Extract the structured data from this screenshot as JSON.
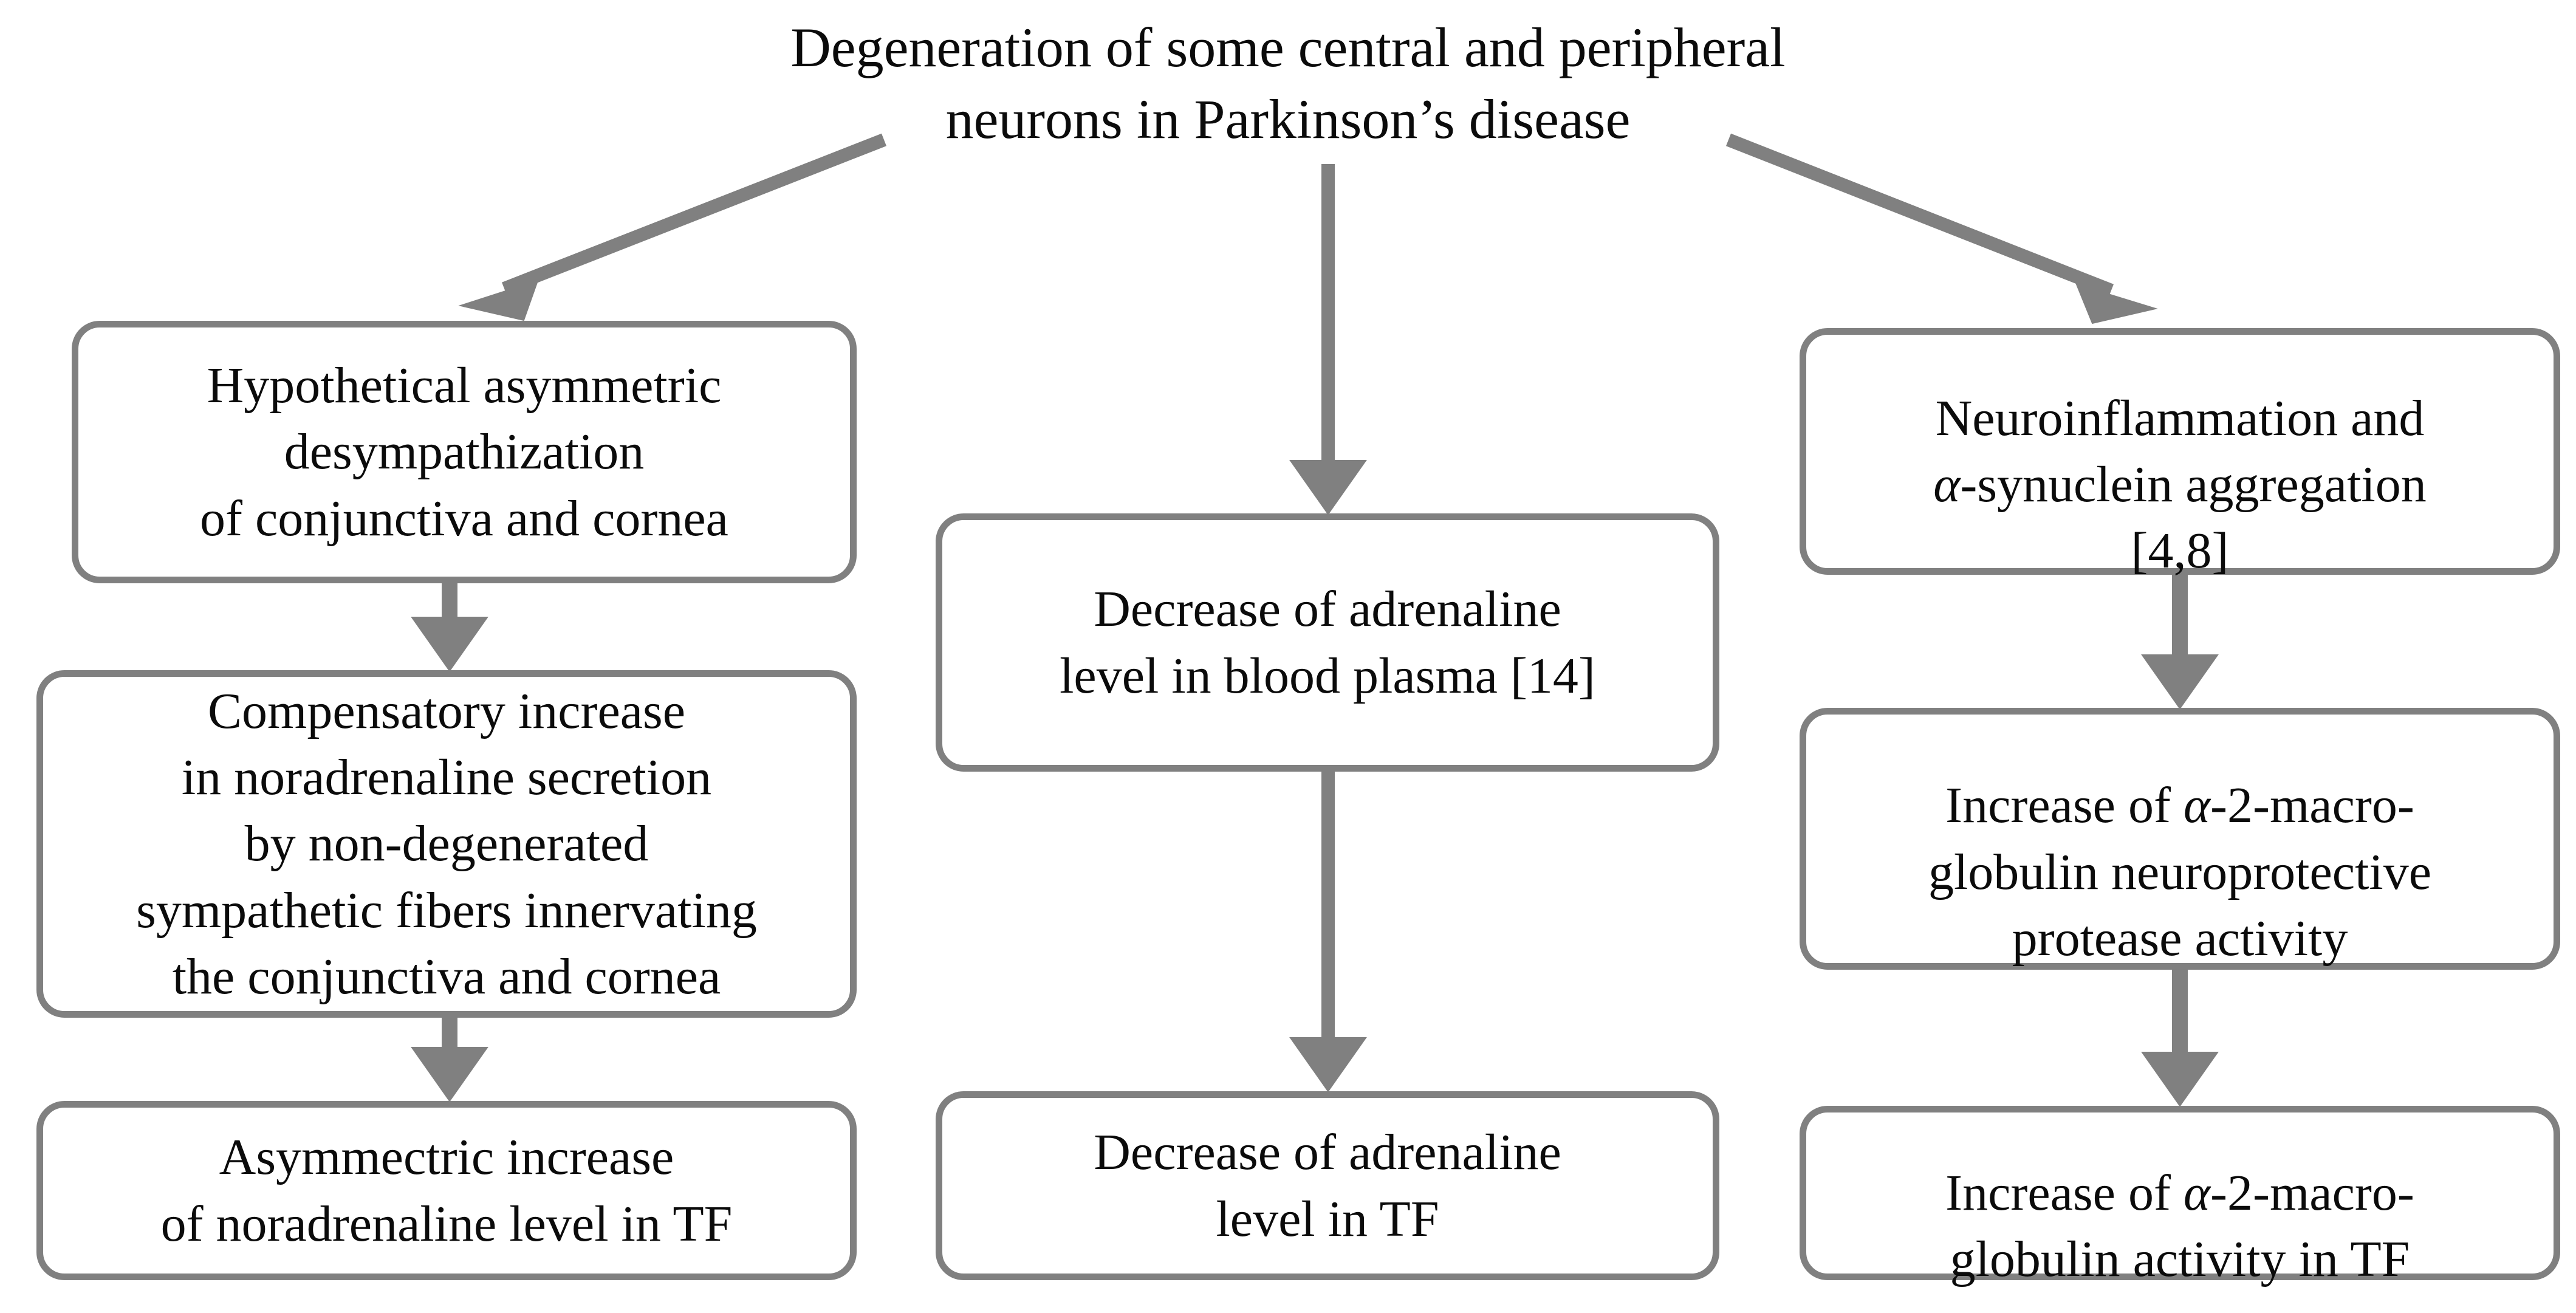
{
  "diagram": {
    "title": "Degeneration of some central and peripheral\nneurons in Parkinson’s disease",
    "accent_color": "#808080",
    "text_color": "#0b0b0b",
    "background_color": "#ffffff",
    "columns": [
      {
        "id": "left",
        "nodes": [
          {
            "id": "left-1",
            "text": "Hypothetical asymmetric\ndesympathization\nof conjunctiva and cornea"
          },
          {
            "id": "left-2",
            "text": "Compensatory increase\nin noradrenaline secretion\nby non-degenerated\nsympathetic fibers innervating\nthe conjunctiva and cornea"
          },
          {
            "id": "left-3",
            "text": "Asymmectric increase\nof noradrenaline level in TF"
          }
        ]
      },
      {
        "id": "middle",
        "nodes": [
          {
            "id": "middle-1",
            "text": "Decrease of adrenaline\nlevel in blood plasma [14]"
          },
          {
            "id": "middle-2",
            "text": "Decrease of adrenaline\nlevel in TF"
          }
        ]
      },
      {
        "id": "right",
        "nodes": [
          {
            "id": "right-1",
            "text_prefix": "Neuroinflammation and\n",
            "text_italic": "α",
            "text_suffix": "-synuclein aggregation\n[4,8]"
          },
          {
            "id": "right-2",
            "text_prefix": "Increase of ",
            "text_italic": "α",
            "text_suffix": "-2-macro-\nglobulin neuroprotective\nprotease activity"
          },
          {
            "id": "right-3",
            "text_prefix": "Increase of ",
            "text_italic": "α",
            "text_suffix": "-2-macro-\nglobulin activity in TF"
          }
        ]
      }
    ],
    "connectors": [
      {
        "id": "title-to-left",
        "kind": "diagonal-arrow",
        "from": "title",
        "to": "left-1"
      },
      {
        "id": "title-to-middle",
        "kind": "vertical-arrow",
        "from": "title",
        "to": "middle-1"
      },
      {
        "id": "title-to-right",
        "kind": "diagonal-arrow",
        "from": "title",
        "to": "right-1"
      },
      {
        "id": "left1-to-left2",
        "kind": "vertical-arrow",
        "from": "left-1",
        "to": "left-2"
      },
      {
        "id": "left2-to-left3",
        "kind": "vertical-arrow",
        "from": "left-2",
        "to": "left-3"
      },
      {
        "id": "middle1-to-middle2",
        "kind": "vertical-arrow",
        "from": "middle-1",
        "to": "middle-2"
      },
      {
        "id": "right1-to-right2",
        "kind": "vertical-arrow",
        "from": "right-1",
        "to": "right-2"
      },
      {
        "id": "right2-to-right3",
        "kind": "vertical-arrow",
        "from": "right-2",
        "to": "right-3"
      }
    ]
  }
}
